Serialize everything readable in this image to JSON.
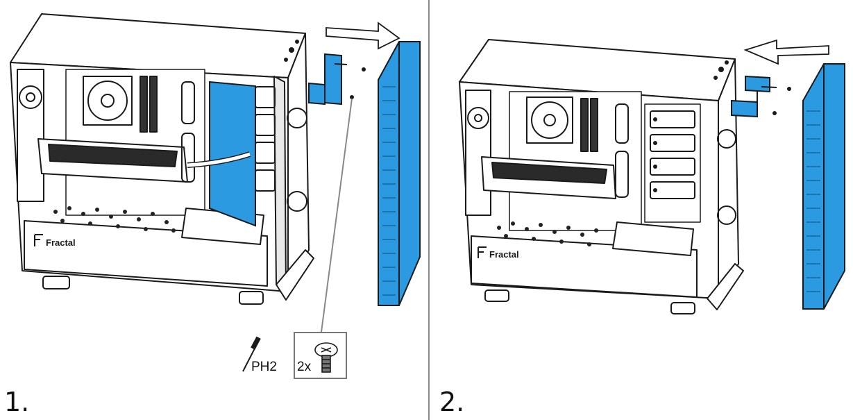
{
  "steps": [
    {
      "number": "1.",
      "tool": "PH2",
      "screw_qty": "2x",
      "brand": "Fractal"
    },
    {
      "number": "2.",
      "brand": "Fractal"
    }
  ],
  "colors": {
    "highlight": "#2b9ae0",
    "line": "#1a1a1a",
    "divider": "#8a8a8a"
  },
  "icons": [
    "screwdriver-icon",
    "screw-icon",
    "arrow-right-icon",
    "arrow-left-icon"
  ]
}
